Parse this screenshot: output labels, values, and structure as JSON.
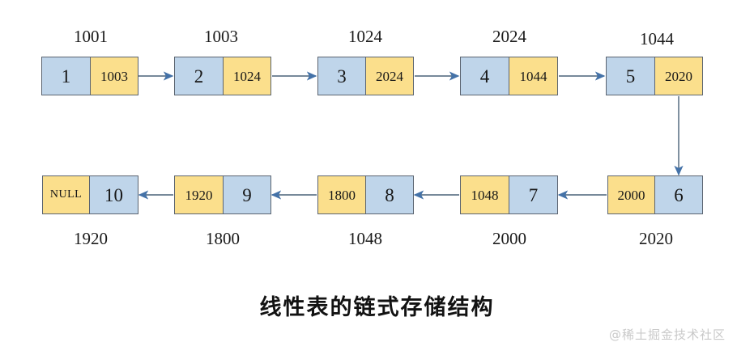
{
  "diagram": {
    "title": "线性表的链式存储结构",
    "watermark": "@稀土掘金技术社区",
    "colors": {
      "data_cell": "#bfd5ea",
      "pointer_cell": "#fbdf8c",
      "border": "#5b6470",
      "arrow_line": "#4a6278",
      "arrow_head": "#4472a8",
      "text": "#171717",
      "watermark": "#c9c9c9",
      "background": "#ffffff"
    },
    "rows": [
      {
        "name": "top-row",
        "direction": "left-to-right",
        "nodes": [
          {
            "address": "1001",
            "data": "1",
            "pointer": "1003",
            "data_side": "left"
          },
          {
            "address": "1003",
            "data": "2",
            "pointer": "1024",
            "data_side": "left"
          },
          {
            "address": "1024",
            "data": "3",
            "pointer": "2024",
            "data_side": "left"
          },
          {
            "address": "2024",
            "data": "4",
            "pointer": "1044",
            "data_side": "left"
          },
          {
            "address": "1044",
            "data": "5",
            "pointer": "2020",
            "data_side": "left"
          }
        ]
      },
      {
        "name": "bottom-row",
        "direction": "right-to-left",
        "nodes": [
          {
            "address": "1920",
            "data": "10",
            "pointer": "NULL",
            "data_side": "right"
          },
          {
            "address": "1800",
            "data": "9",
            "pointer": "1920",
            "data_side": "right"
          },
          {
            "address": "1048",
            "data": "8",
            "pointer": "1800",
            "data_side": "right"
          },
          {
            "address": "2000",
            "data": "7",
            "pointer": "1048",
            "data_side": "right"
          },
          {
            "address": "2020",
            "data": "6",
            "pointer": "2000",
            "data_side": "right"
          }
        ]
      }
    ],
    "connectors": [
      {
        "name": "arrow-1-to-2",
        "from": "1001",
        "to": "1003",
        "orientation": "horizontal-right"
      },
      {
        "name": "arrow-2-to-3",
        "from": "1003",
        "to": "1024",
        "orientation": "horizontal-right"
      },
      {
        "name": "arrow-3-to-4",
        "from": "1024",
        "to": "2024",
        "orientation": "horizontal-right"
      },
      {
        "name": "arrow-4-to-5",
        "from": "2024",
        "to": "1044",
        "orientation": "horizontal-right"
      },
      {
        "name": "arrow-5-to-6",
        "from": "1044",
        "to": "2020",
        "orientation": "vertical-down"
      },
      {
        "name": "arrow-6-to-7",
        "from": "2020",
        "to": "2000",
        "orientation": "horizontal-left"
      },
      {
        "name": "arrow-7-to-8",
        "from": "2000",
        "to": "1048",
        "orientation": "horizontal-left"
      },
      {
        "name": "arrow-8-to-9",
        "from": "1048",
        "to": "1800",
        "orientation": "horizontal-left"
      },
      {
        "name": "arrow-9-to-10",
        "from": "1800",
        "to": "1920",
        "orientation": "horizontal-left"
      }
    ]
  }
}
